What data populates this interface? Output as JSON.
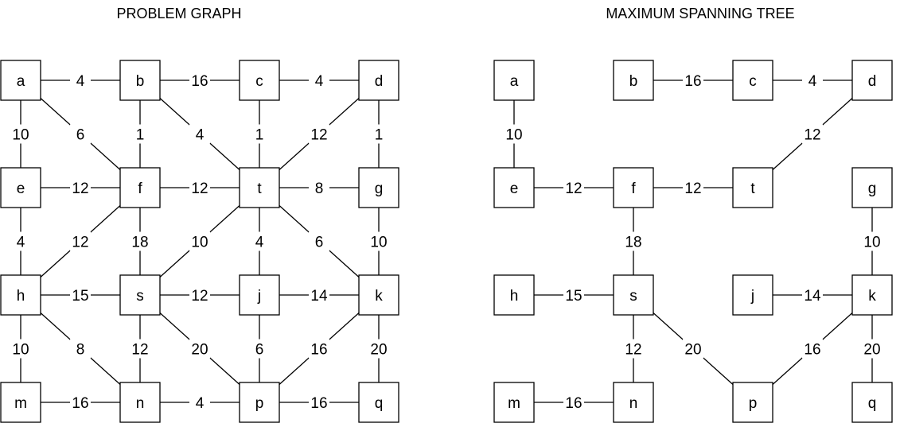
{
  "graphs": [
    {
      "id": "problem",
      "title": "PROBLEM GRAPH",
      "nodes": [
        "a",
        "b",
        "c",
        "d",
        "e",
        "f",
        "t",
        "g",
        "h",
        "s",
        "j",
        "k",
        "m",
        "n",
        "p",
        "q"
      ],
      "edges": [
        {
          "from": "a",
          "to": "b",
          "weight": "4"
        },
        {
          "from": "b",
          "to": "c",
          "weight": "16"
        },
        {
          "from": "c",
          "to": "d",
          "weight": "4"
        },
        {
          "from": "a",
          "to": "e",
          "weight": "10"
        },
        {
          "from": "a",
          "to": "f",
          "weight": "6"
        },
        {
          "from": "b",
          "to": "f",
          "weight": "1"
        },
        {
          "from": "b",
          "to": "t",
          "weight": "4"
        },
        {
          "from": "c",
          "to": "t",
          "weight": "1"
        },
        {
          "from": "d",
          "to": "t",
          "weight": "12"
        },
        {
          "from": "d",
          "to": "g",
          "weight": "1"
        },
        {
          "from": "e",
          "to": "f",
          "weight": "12"
        },
        {
          "from": "f",
          "to": "t",
          "weight": "12"
        },
        {
          "from": "t",
          "to": "g",
          "weight": "8"
        },
        {
          "from": "e",
          "to": "h",
          "weight": "4"
        },
        {
          "from": "f",
          "to": "h",
          "weight": "12"
        },
        {
          "from": "f",
          "to": "s",
          "weight": "18"
        },
        {
          "from": "t",
          "to": "s",
          "weight": "10"
        },
        {
          "from": "t",
          "to": "j",
          "weight": "4"
        },
        {
          "from": "t",
          "to": "k",
          "weight": "6"
        },
        {
          "from": "g",
          "to": "k",
          "weight": "10"
        },
        {
          "from": "h",
          "to": "s",
          "weight": "15"
        },
        {
          "from": "s",
          "to": "j",
          "weight": "12"
        },
        {
          "from": "j",
          "to": "k",
          "weight": "14"
        },
        {
          "from": "h",
          "to": "m",
          "weight": "10"
        },
        {
          "from": "h",
          "to": "n",
          "weight": "8"
        },
        {
          "from": "s",
          "to": "n",
          "weight": "12"
        },
        {
          "from": "s",
          "to": "p",
          "weight": "20"
        },
        {
          "from": "j",
          "to": "p",
          "weight": "6"
        },
        {
          "from": "k",
          "to": "p",
          "weight": "16"
        },
        {
          "from": "k",
          "to": "q",
          "weight": "20"
        },
        {
          "from": "m",
          "to": "n",
          "weight": "16"
        },
        {
          "from": "n",
          "to": "p",
          "weight": "4"
        },
        {
          "from": "p",
          "to": "q",
          "weight": "16"
        }
      ]
    },
    {
      "id": "mst",
      "title": "MAXIMUM SPANNING TREE",
      "nodes": [
        "a",
        "b",
        "c",
        "d",
        "e",
        "f",
        "t",
        "g",
        "h",
        "s",
        "j",
        "k",
        "m",
        "n",
        "p",
        "q"
      ],
      "edges": [
        {
          "from": "b",
          "to": "c",
          "weight": "16"
        },
        {
          "from": "c",
          "to": "d",
          "weight": "4"
        },
        {
          "from": "a",
          "to": "e",
          "weight": "10"
        },
        {
          "from": "d",
          "to": "t",
          "weight": "12"
        },
        {
          "from": "e",
          "to": "f",
          "weight": "12"
        },
        {
          "from": "f",
          "to": "t",
          "weight": "12"
        },
        {
          "from": "f",
          "to": "s",
          "weight": "18"
        },
        {
          "from": "g",
          "to": "k",
          "weight": "10"
        },
        {
          "from": "h",
          "to": "s",
          "weight": "15"
        },
        {
          "from": "j",
          "to": "k",
          "weight": "14"
        },
        {
          "from": "s",
          "to": "n",
          "weight": "12"
        },
        {
          "from": "s",
          "to": "p",
          "weight": "20"
        },
        {
          "from": "k",
          "to": "p",
          "weight": "16"
        },
        {
          "from": "k",
          "to": "q",
          "weight": "20"
        },
        {
          "from": "m",
          "to": "n",
          "weight": "16"
        }
      ]
    }
  ]
}
